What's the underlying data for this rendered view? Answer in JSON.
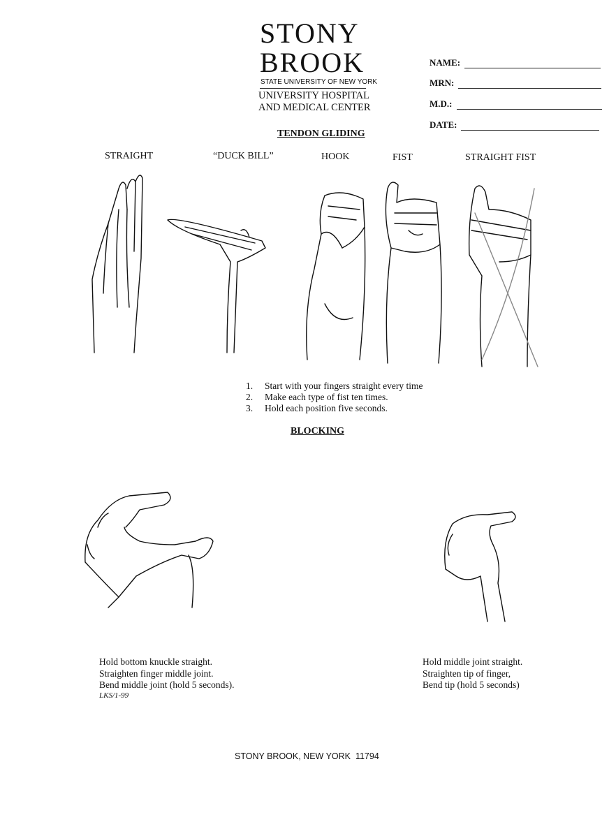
{
  "header": {
    "logo_line1": "STONY",
    "logo_line2": "BROOK",
    "logo_subtitle": "STATE UNIVERSITY OF NEW YORK",
    "institution_line1": "UNIVERSITY HOSPITAL",
    "institution_line2": "AND MEDICAL CENTER",
    "section_title": "TENDON GLIDING"
  },
  "form_fields": [
    {
      "label": "NAME:",
      "value": ""
    },
    {
      "label": "MRN:",
      "value": ""
    },
    {
      "label": "M.D.:",
      "value": ""
    },
    {
      "label": "DATE:",
      "value": ""
    }
  ],
  "exercises": [
    "STRAIGHT",
    "“DUCK BILL”",
    "HOOK",
    "FIST",
    "STRAIGHT FIST"
  ],
  "instructions": [
    {
      "num": "1.",
      "text": "Start with your fingers straight every time"
    },
    {
      "num": "2.",
      "text": "Make each type of fist ten times."
    },
    {
      "num": "3.",
      "text": "Hold each position five seconds."
    }
  ],
  "blocking": {
    "title": "BLOCKING",
    "left": [
      "Hold bottom knuckle straight.",
      "Straighten finger middle joint.",
      "Bend middle joint (hold 5 seconds)."
    ],
    "left_note": "LKS/1-99",
    "right": [
      "Hold middle joint straight.",
      "Straighten tip of finger,",
      "Bend tip (hold 5 seconds)"
    ]
  },
  "footer": "STONY BROOK, NEW YORK  11794"
}
